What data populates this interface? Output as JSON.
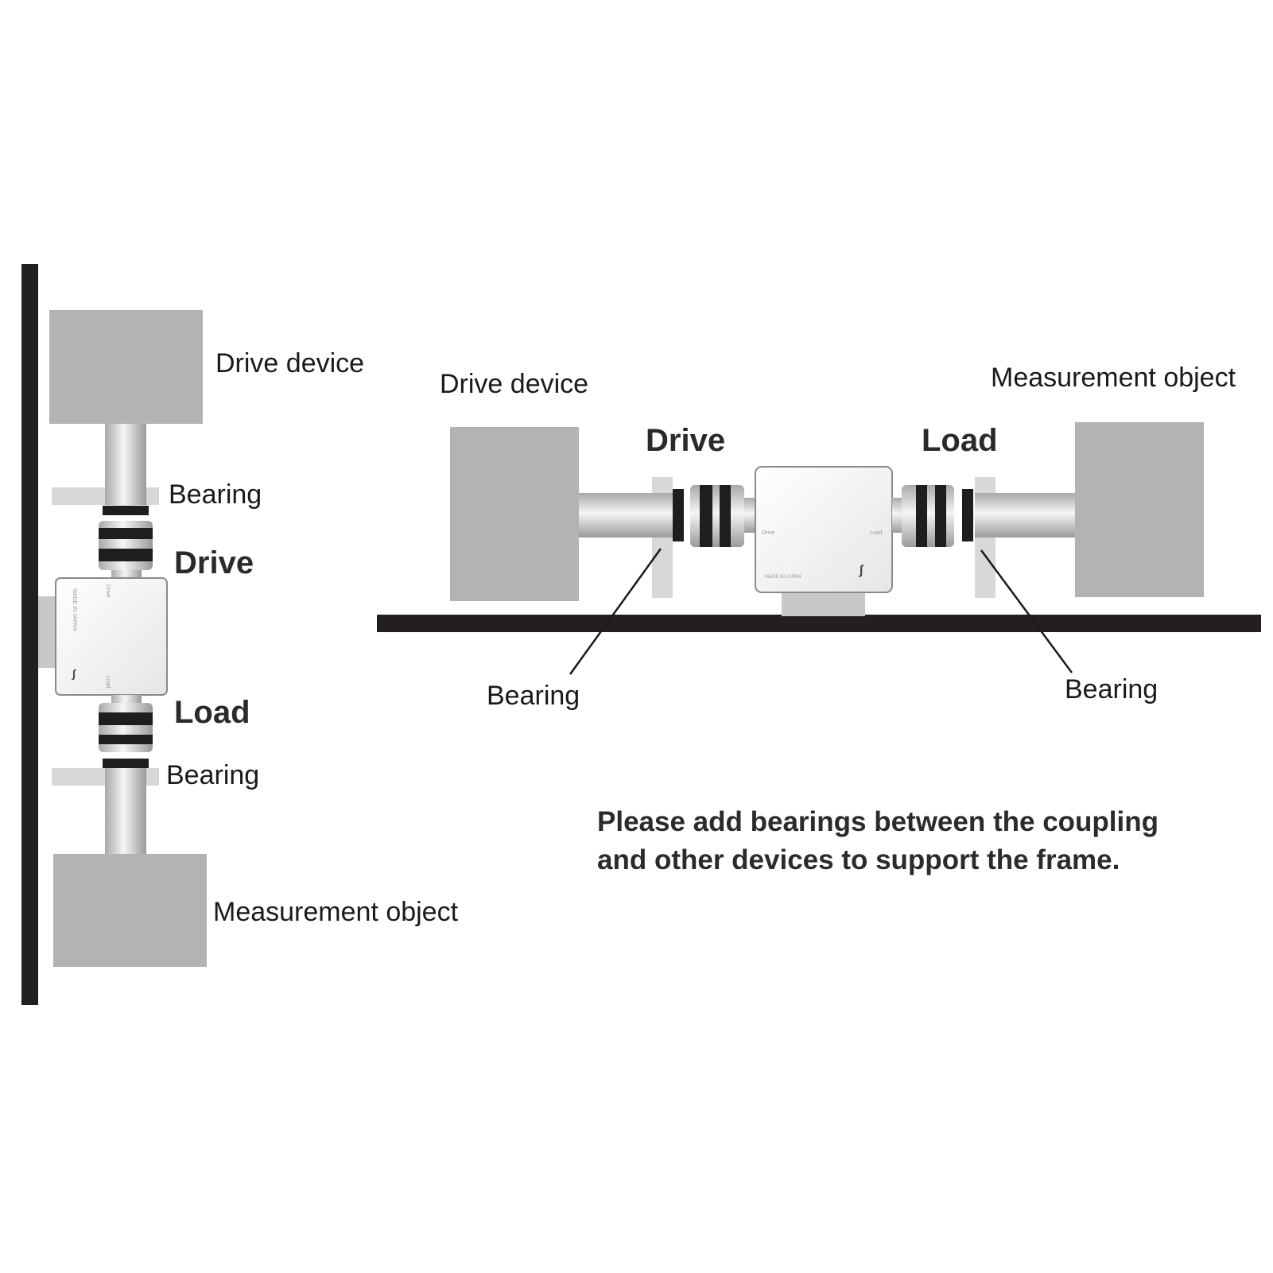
{
  "vertical_diagram": {
    "drive_device_label": "Drive device",
    "bearing_top_label": "Bearing",
    "drive_label": "Drive",
    "load_label": "Load",
    "bearing_bottom_label": "Bearing",
    "measurement_object_label": "Measurement object"
  },
  "horizontal_diagram": {
    "drive_device_label": "Drive device",
    "measurement_object_label": "Measurement object",
    "drive_label": "Drive",
    "load_label": "Load",
    "bearing_left_label": "Bearing",
    "bearing_right_label": "Bearing"
  },
  "note": {
    "line1": "Please add bearings between the coupling",
    "line2": "and other devices to support the frame."
  },
  "colors": {
    "frame": "#231f20",
    "block": "#b3b3b3",
    "shaft": "#d4d4d4",
    "coupling_dark": "#1e1e1e",
    "sensor_body": "#f4f4f4"
  }
}
